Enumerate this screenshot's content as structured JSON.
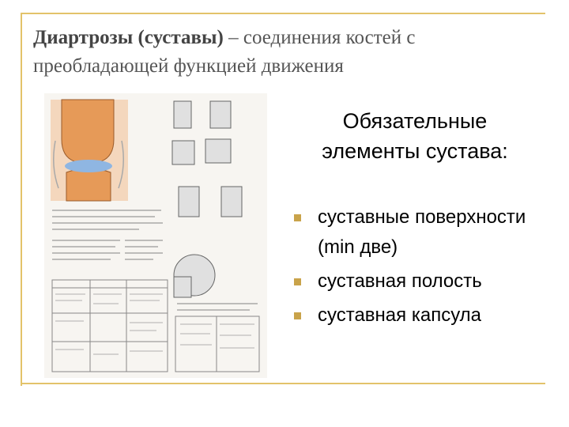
{
  "title": {
    "bold": "Диартрозы (суставы)",
    "rest": " – соединения костей с преобладающей функцией движения"
  },
  "heading": "Обязательные элементы сустава:",
  "bullets": [
    "суставные поверхности (min две)",
    "суставная полость",
    "суставная капсула"
  ],
  "colors": {
    "accent": "#c9a34a",
    "frame": "#e3c36a"
  }
}
